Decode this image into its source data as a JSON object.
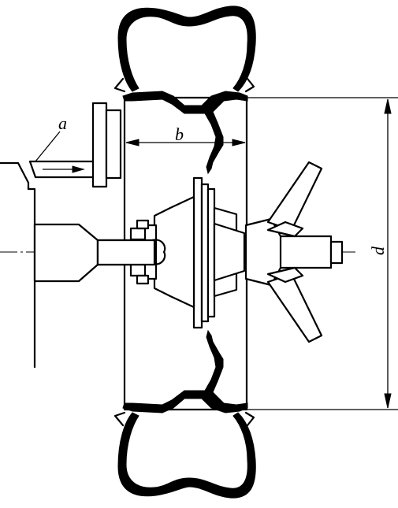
{
  "labels": {
    "a": "a",
    "b": "b",
    "d": "d"
  },
  "colors": {
    "ink": "#000000",
    "paper": "#ffffff"
  }
}
